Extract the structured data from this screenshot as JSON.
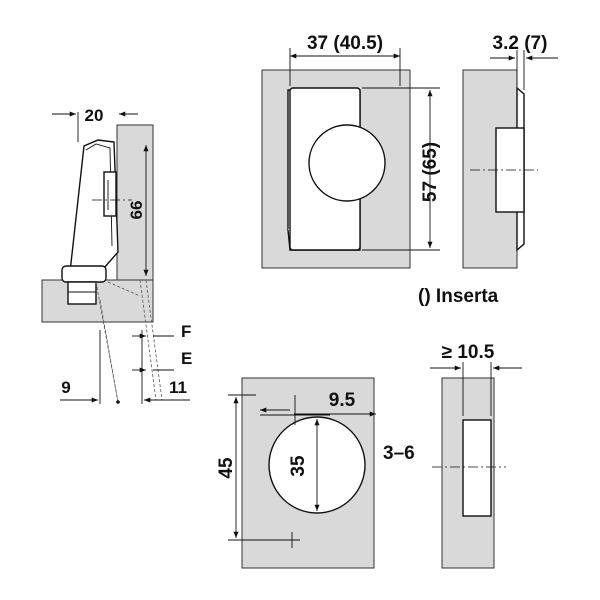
{
  "colors": {
    "panel": "#d9d9d9",
    "line": "#111111",
    "background": "#ffffff"
  },
  "labels": {
    "side_width": "20",
    "side_height": "66",
    "f": "F",
    "e": "E",
    "left_offset": "9",
    "right_offset": "11",
    "cup_width": "37 (40.5)",
    "cup_height": "57 (65)",
    "thickness": "3.2 (7)",
    "inserta_note": "() Inserta",
    "min_depth": "≥ 10.5",
    "boring_offset": "9.5",
    "boring_diameter": "35",
    "boring_spacing": "45",
    "boring_depth": "3–6"
  }
}
